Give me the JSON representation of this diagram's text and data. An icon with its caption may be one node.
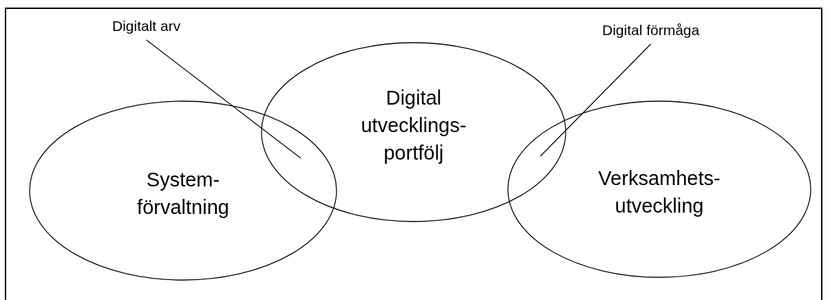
{
  "diagram": {
    "nodes": [
      {
        "text": [
          "Digitalt arv"
        ]
      },
      {
        "text": [
          "Digital förmåga"
        ]
      },
      {
        "text": [
          "System- förvaltning"
        ]
      },
      {
        "text": [
          "Digital utvecklings- portfölj"
        ]
      },
      {
        "text": [
          "Verksamhets- utveckling"
        ]
      }
    ],
    "edges": [
      {
        "from": 0,
        "to": 3,
        "arrow": "none"
      },
      {
        "from": 1,
        "to": 4,
        "arrow": "none"
      }
    ]
  }
}
